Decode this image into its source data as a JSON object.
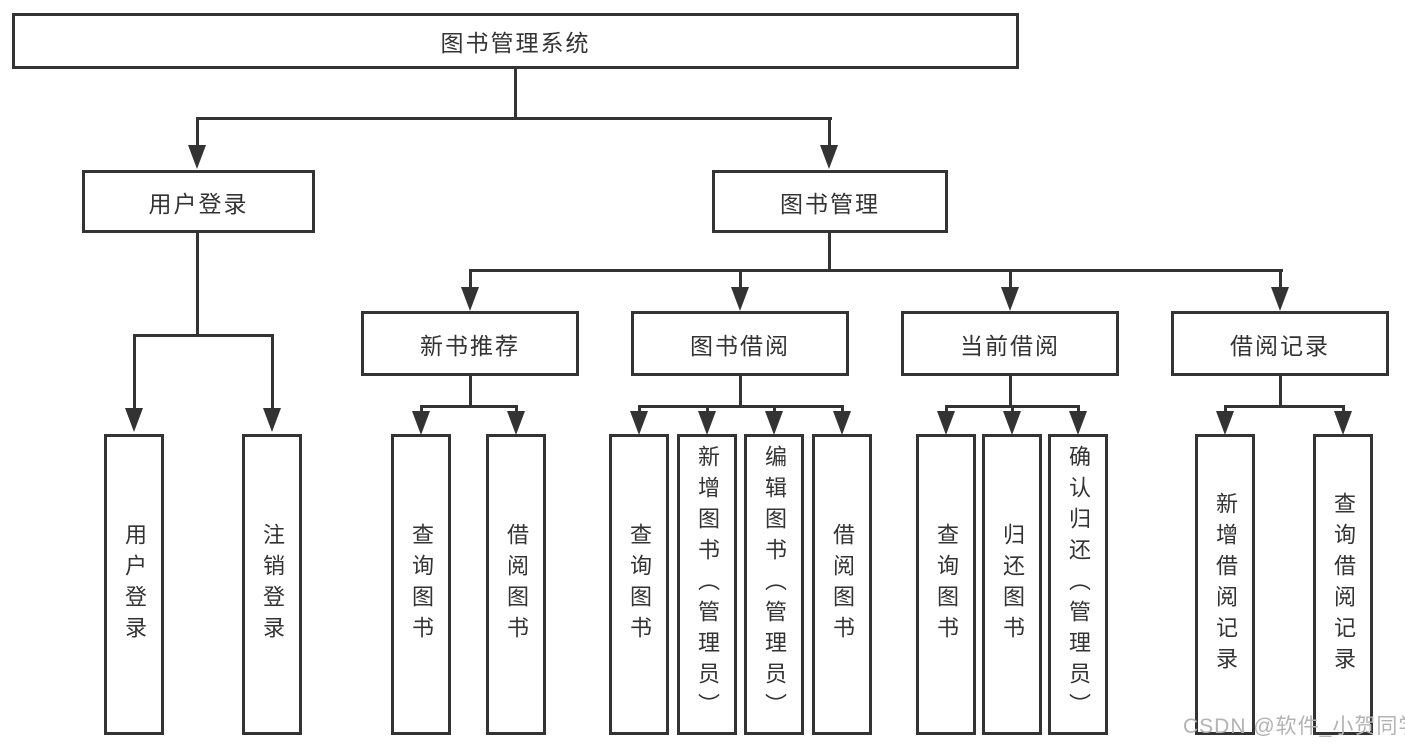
{
  "diagram_type": "hierarchy-tree",
  "colors": {
    "line": "#333333",
    "box_background": "#ffffff",
    "text": "#333333",
    "watermark": "#b3b3b3",
    "page_background": "#ffffff"
  },
  "nodes": {
    "root": "图书管理系统",
    "l2_user_login": "用户登录",
    "l2_book_mgmt": "图书管理",
    "l3_new_book": "新书推荐",
    "l3_borrow": "图书借阅",
    "l3_current": "当前借阅",
    "l3_record": "借阅记录",
    "leaf_user_login": "用户登录",
    "leaf_logout": "注销登录",
    "leaf_nb_query": "查询图书",
    "leaf_nb_borrow": "借阅图书",
    "leaf_bw_query": "查询图书",
    "leaf_bw_add": "新增图书（管理员）",
    "leaf_bw_edit": "编辑图书（管理员）",
    "leaf_bw_borrow": "借阅图书",
    "leaf_cu_query": "查询图书",
    "leaf_cu_return": "归还图书",
    "leaf_cu_confirm": "确认归还（管理员）",
    "leaf_rc_add": "新增借阅记录",
    "leaf_rc_query": "查询借阅记录"
  },
  "watermark": {
    "text": "CSDN @软件_小贺同学"
  }
}
